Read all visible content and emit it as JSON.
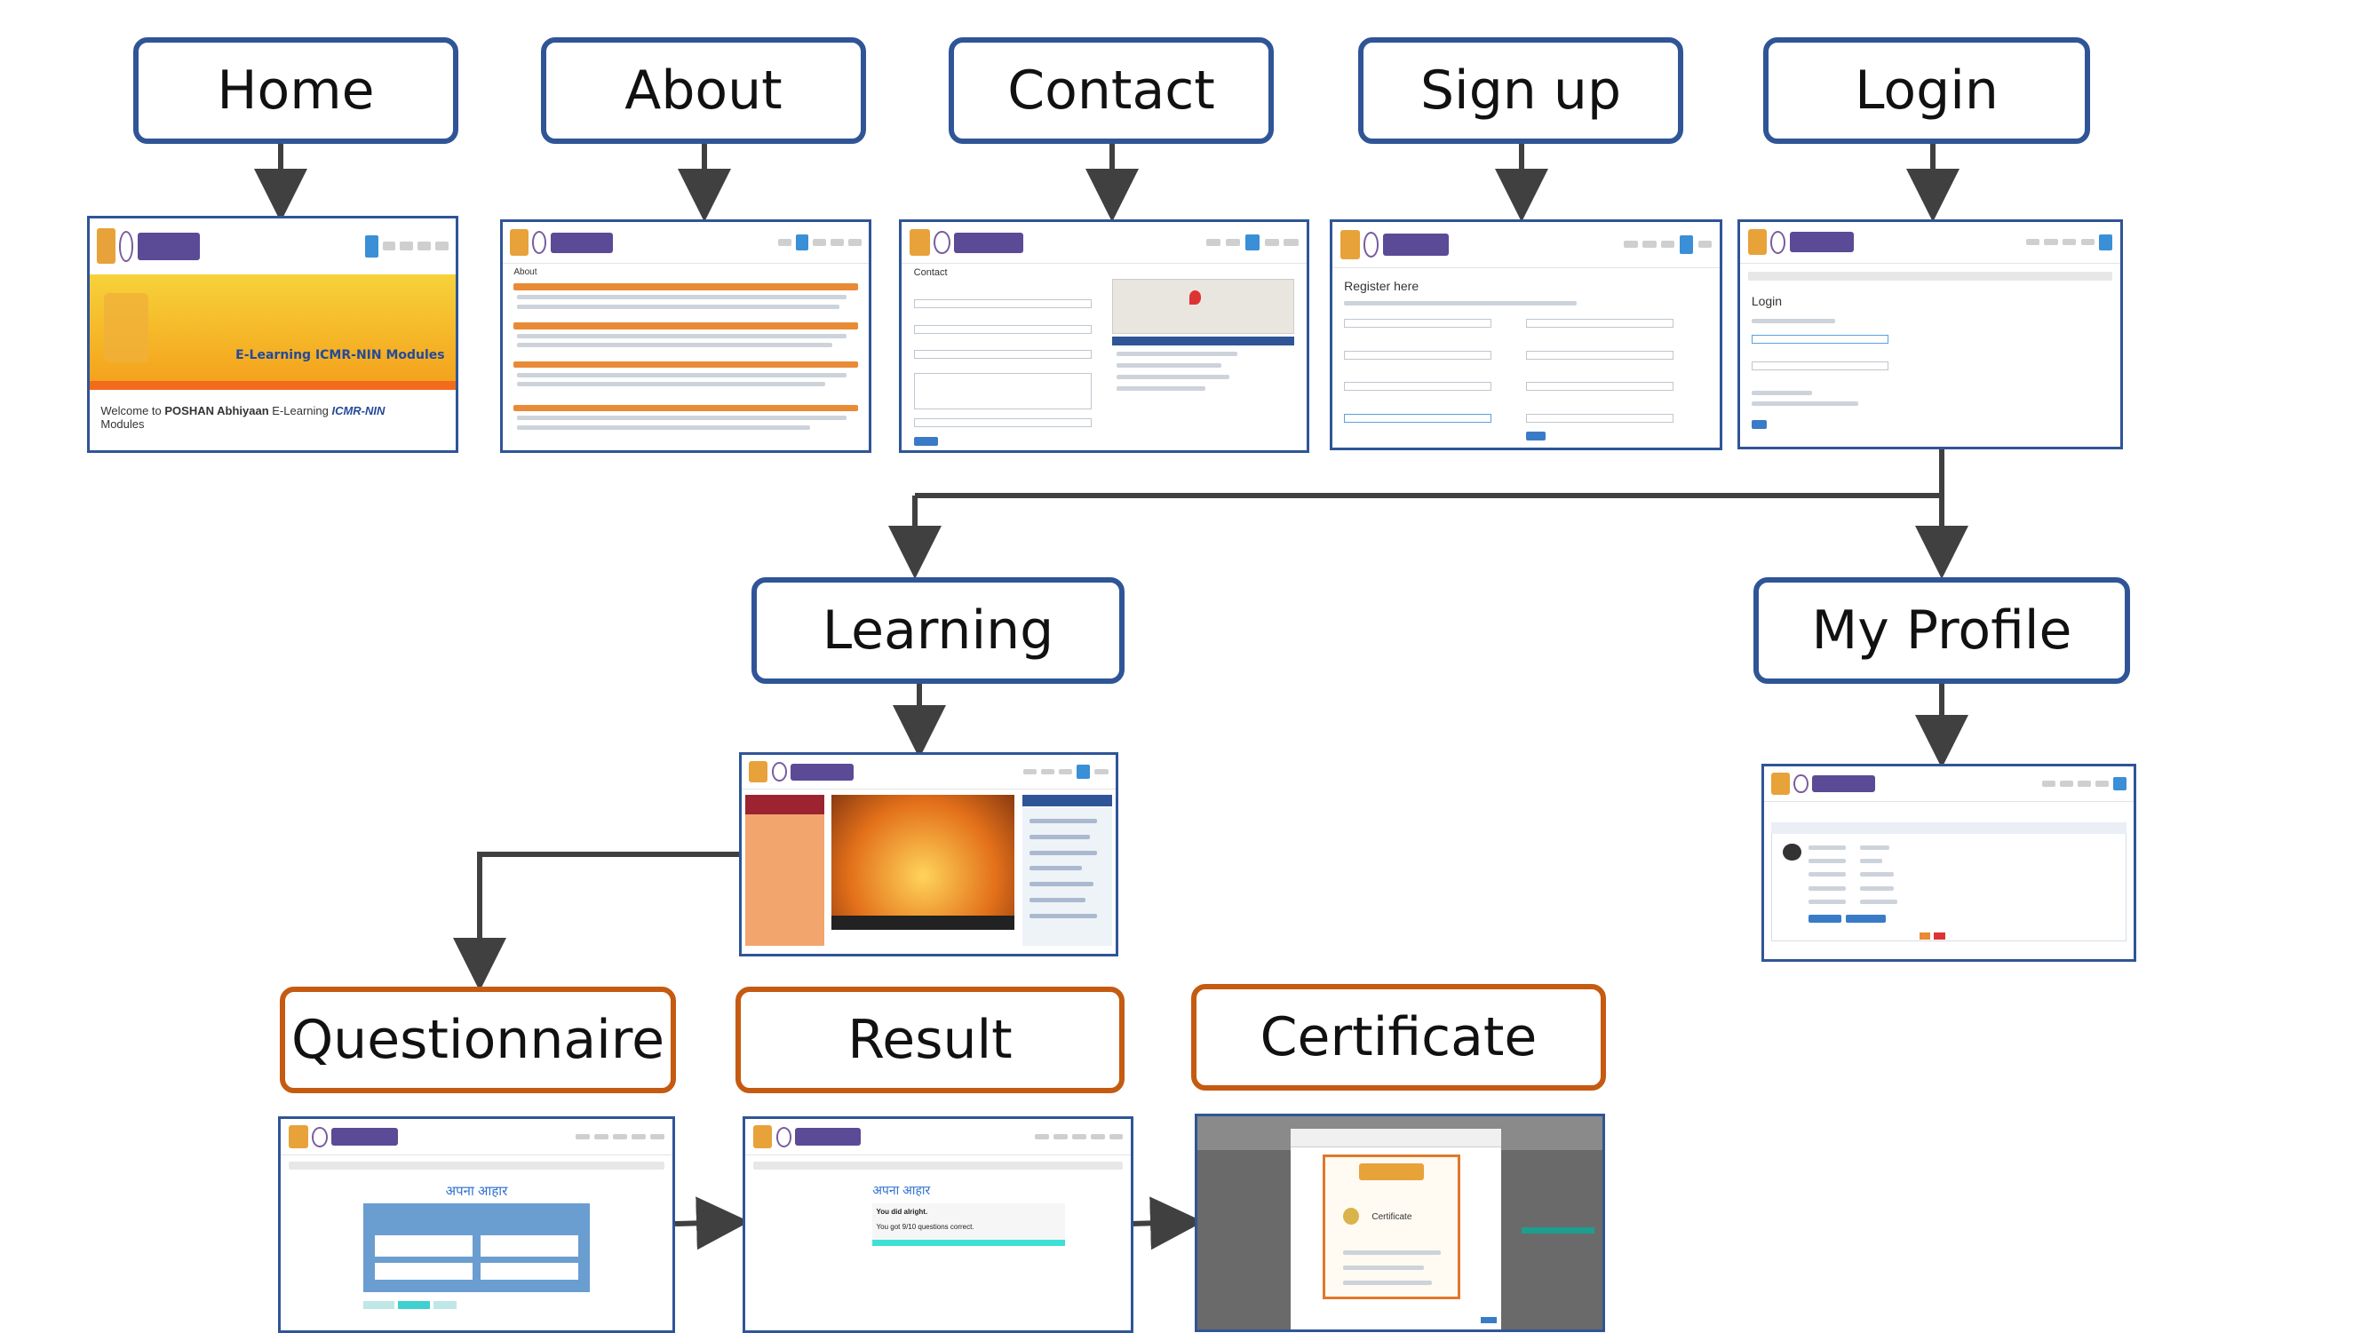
{
  "nodes": {
    "home": "Home",
    "about": "About",
    "contact": "Contact",
    "signup": "Sign up",
    "login": "Login",
    "learning": "Learning",
    "my_profile": "My Profile",
    "questionnaire": "Questionnaire",
    "result": "Result",
    "certificate": "Certificate"
  },
  "screens": {
    "home_banner": "E-Learning ICMR-NIN Modules",
    "home_welcome_pre": "Welcome to ",
    "home_welcome_brand": "POSHAN Abhiyaan",
    "home_welcome_mid": " E-Learning ",
    "home_welcome_icmr": "ICMR-NIN",
    "home_welcome_post": "Modules",
    "about_title": "About",
    "contact_title": "Contact",
    "signup_title": "Register here",
    "login_title": "Login",
    "questionnaire_title": "अपना आहार",
    "result_title": "अपना आहार",
    "result_line1": "You did alright.",
    "result_line2": "You got 9/10 questions correct.",
    "certificate_title": "Certificate"
  },
  "colors": {
    "top_border": "#2f5597",
    "bottom_border": "#c55a11",
    "connector": "#404040"
  }
}
